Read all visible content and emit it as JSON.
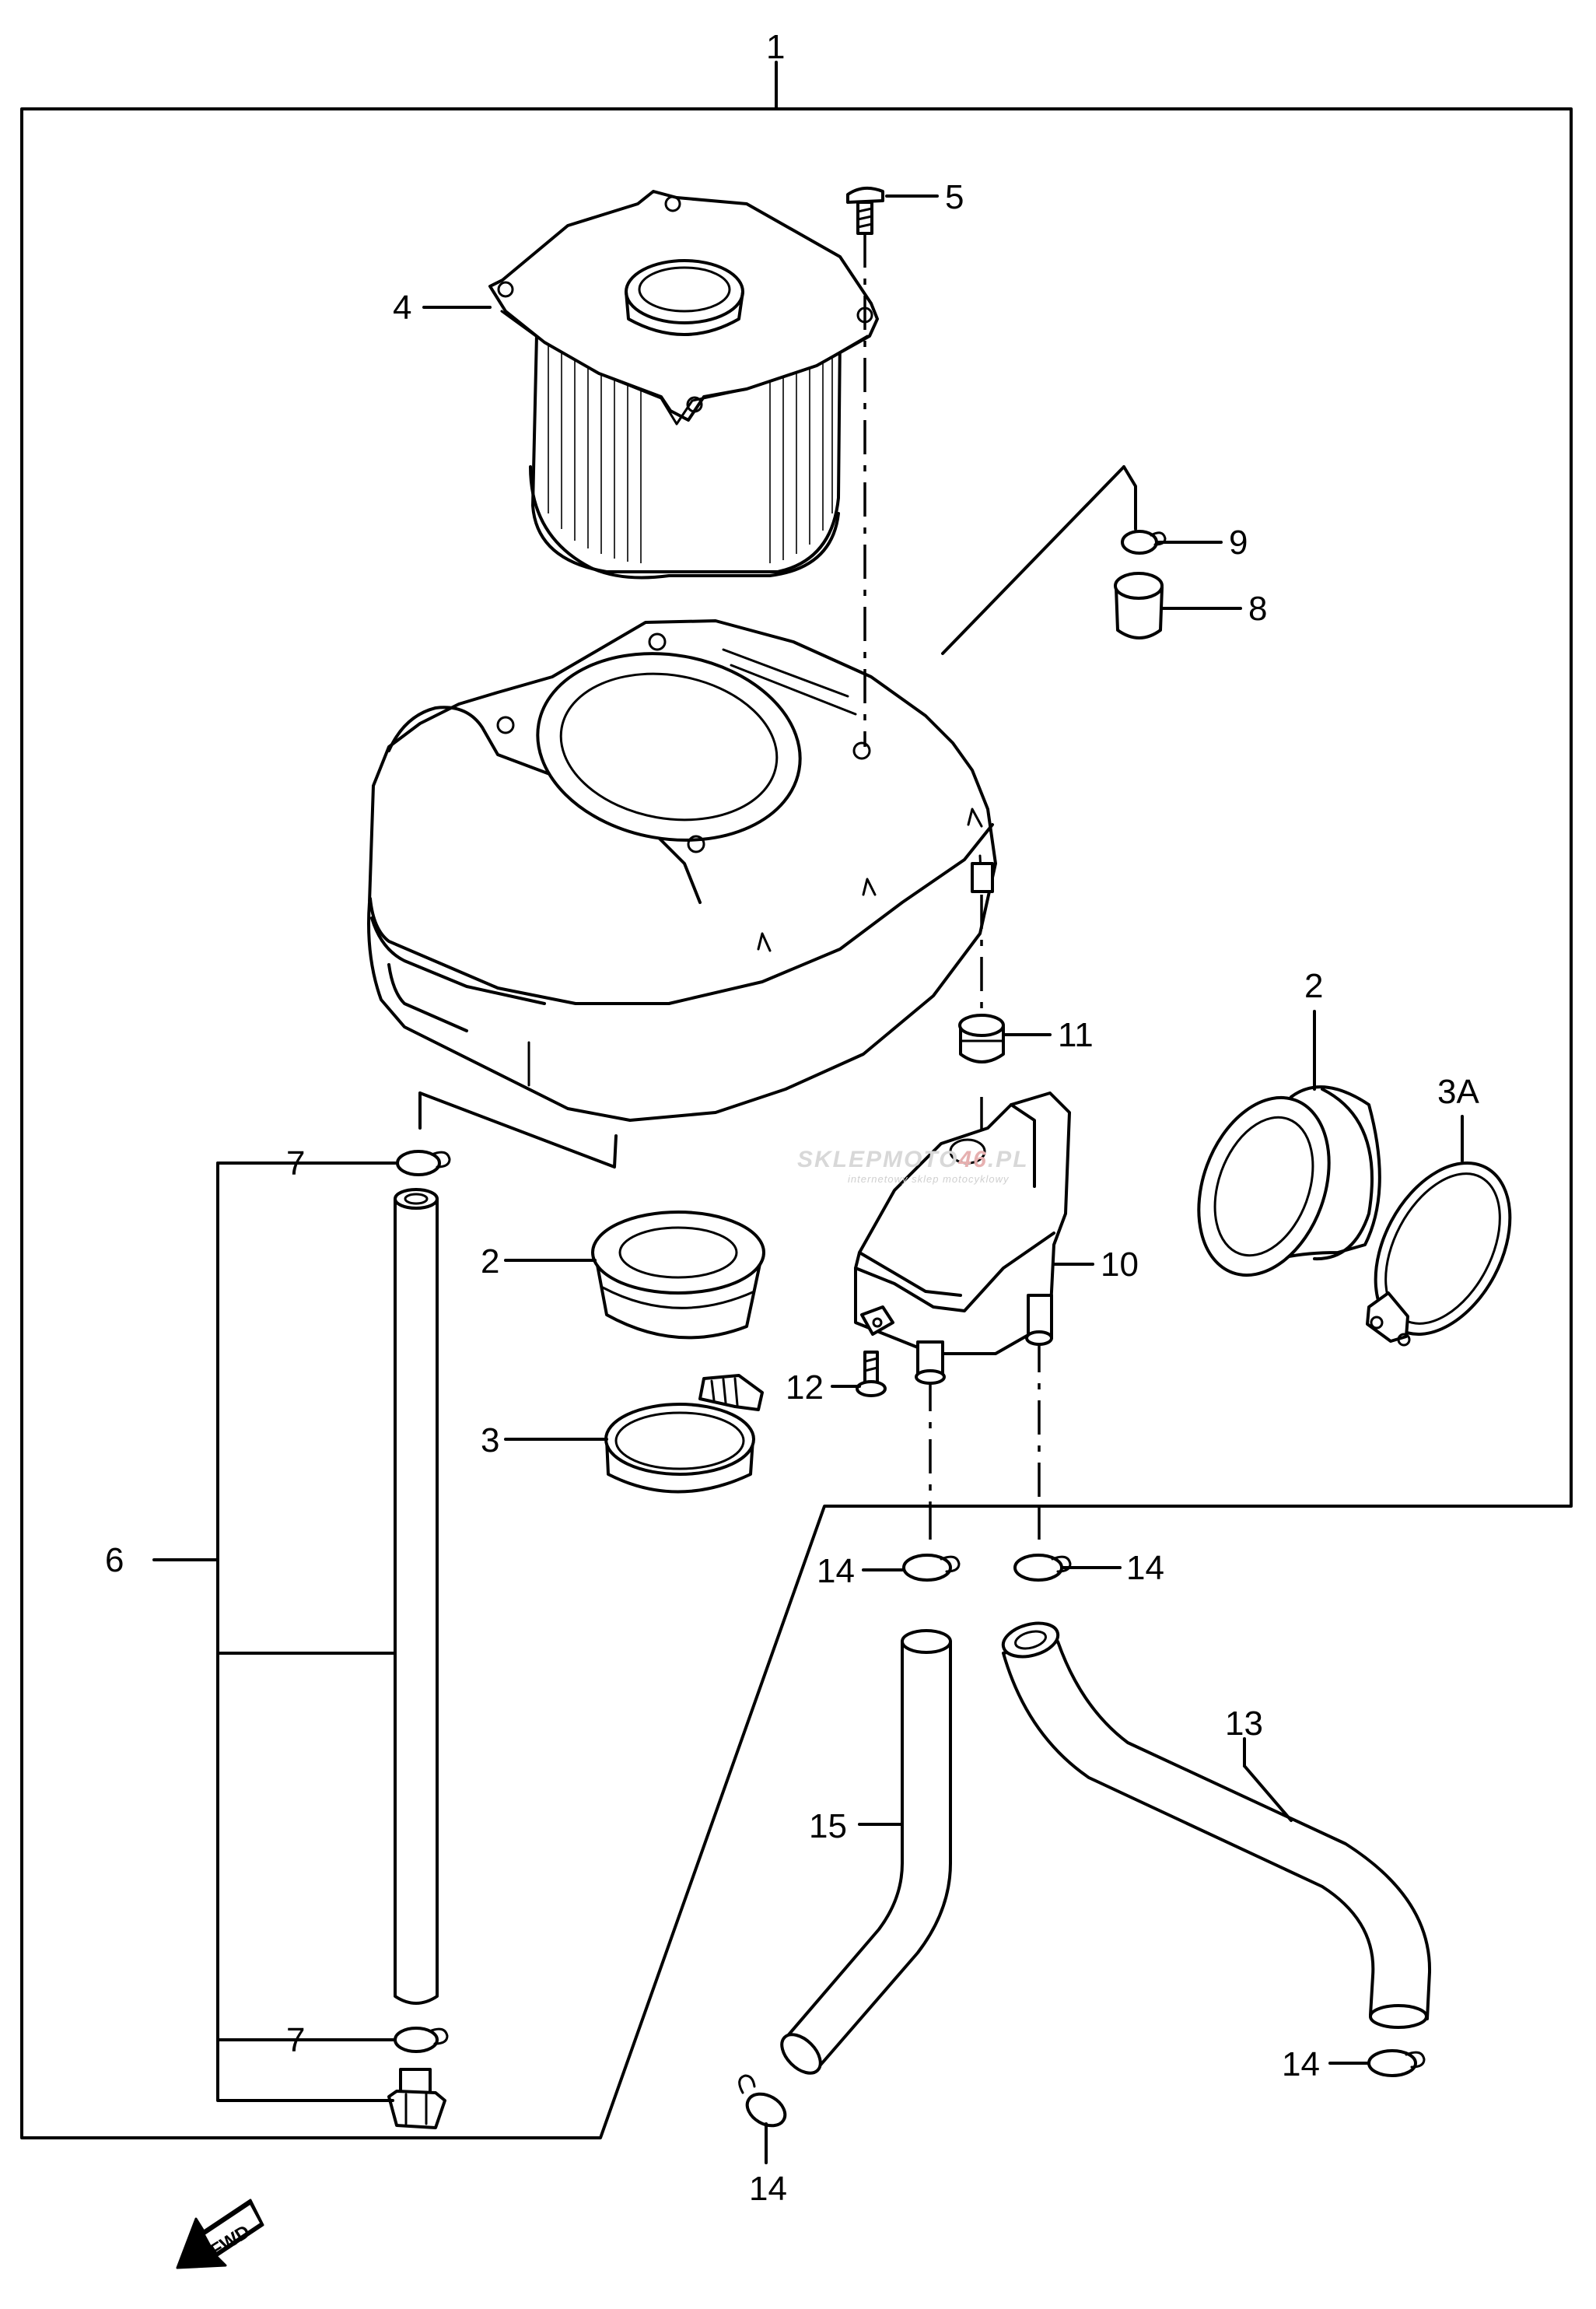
{
  "labels": {
    "l1": "1",
    "l2a": "2",
    "l2b": "2",
    "l3": "3",
    "l3a": "3A",
    "l4": "4",
    "l5": "5",
    "l6": "6",
    "l7a": "7",
    "l7b": "7",
    "l8": "8",
    "l9": "9",
    "l10": "10",
    "l11": "11",
    "l12": "12",
    "l13": "13",
    "l14a": "14",
    "l14b": "14",
    "l14c": "14",
    "l14d": "14",
    "l15": "15"
  },
  "watermark": {
    "brand_prefix": "SKLEPMOTO",
    "brand_number": "46",
    "brand_suffix": ".PL",
    "tagline": "internetowy sklep motocyklowy"
  },
  "fwd_badge": "FWD",
  "icons": {
    "fwd": "fwd-arrow-icon"
  }
}
